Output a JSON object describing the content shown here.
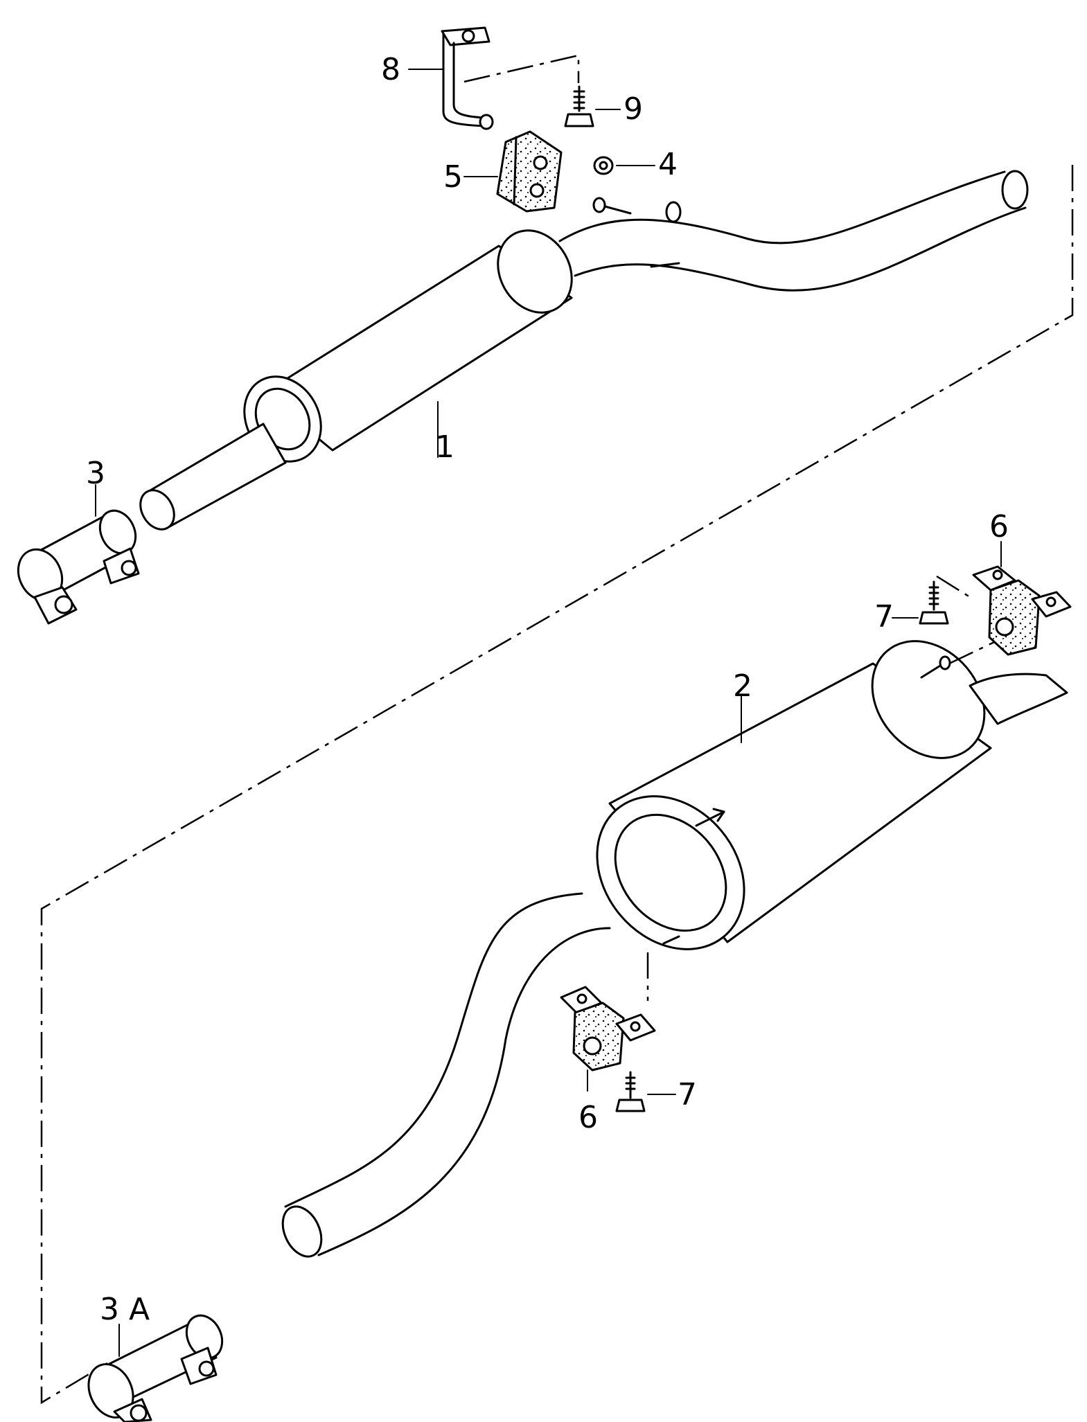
{
  "diagram": {
    "type": "exploded parts diagram",
    "labels": {
      "p1": "1",
      "p2": "2",
      "p3": "3",
      "p3a": "3 A",
      "p4": "4",
      "p5": "5",
      "p6a": "6",
      "p6b": "6",
      "p7a": "7",
      "p7b": "7",
      "p8": "8",
      "p9": "9"
    }
  }
}
